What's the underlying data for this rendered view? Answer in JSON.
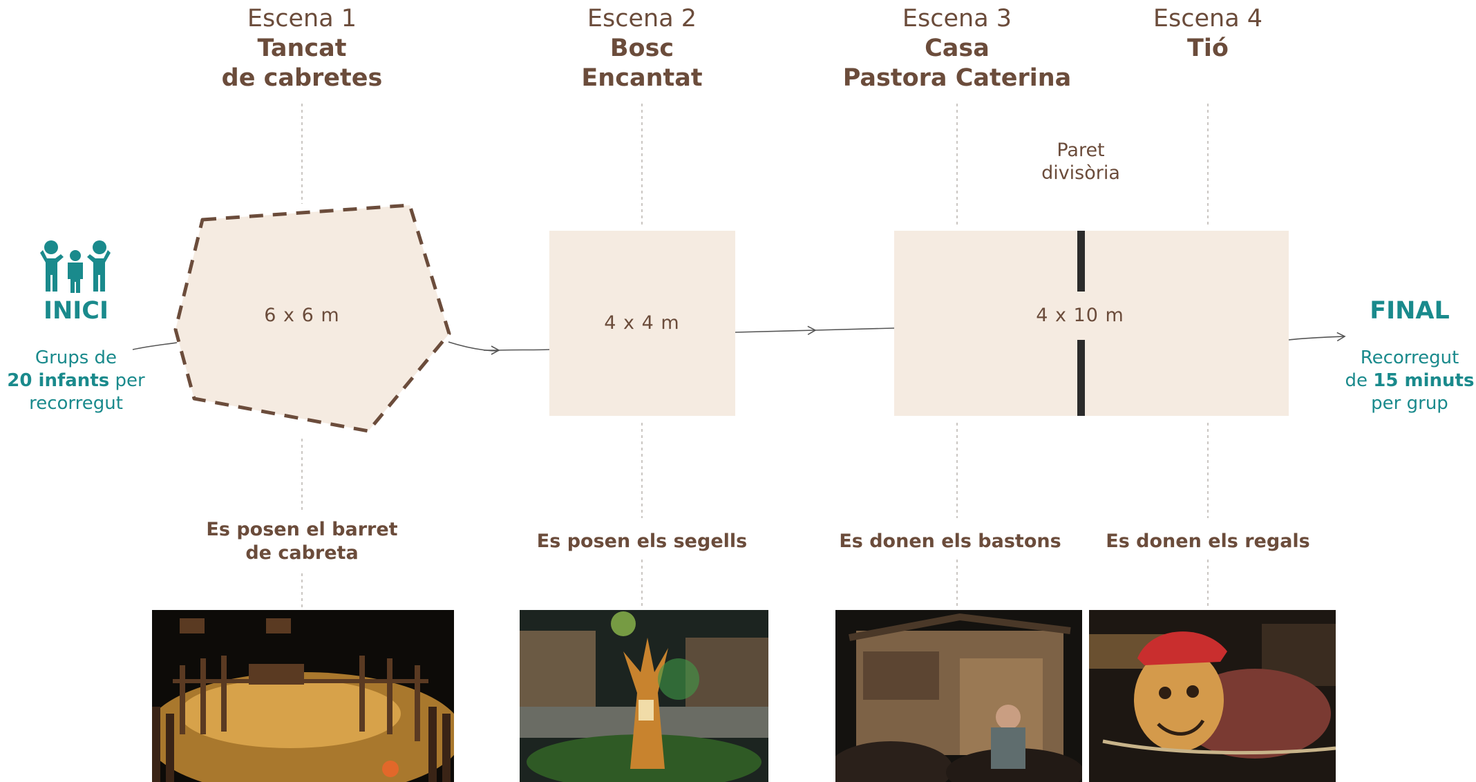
{
  "start": {
    "title": "INICI",
    "note_line1": "Grups de",
    "note_bold": "20 infants",
    "note_after_bold": " per",
    "note_line3": "recorregut",
    "icon": "children-group-icon"
  },
  "end": {
    "title": "FINAL",
    "note_line1": "Recorregut",
    "note_before_bold": "de ",
    "note_bold": "15 minuts",
    "note_line3": "per grup"
  },
  "scenes": [
    {
      "number": "Escena 1",
      "name_line1": "Tancat",
      "name_line2": "de cabretes",
      "dimensions": "6 x 6 m",
      "action_line1": "Es posen el barret",
      "action_line2": "de cabreta"
    },
    {
      "number": "Escena 2",
      "name_line1": "Bosc",
      "name_line2": "Encantat",
      "dimensions": "4 x 4 m",
      "action_line1": "Es posen els segells",
      "action_line2": ""
    },
    {
      "number": "Escena 3",
      "name_line1": "Casa",
      "name_line2": "Pastora Caterina",
      "dimensions": "4 x 10 m",
      "action_line1": "Es donen els bastons",
      "action_line2": ""
    },
    {
      "number": "Escena 4",
      "name_line1": "Tió",
      "name_line2": "",
      "dimensions": "",
      "action_line1": "Es donen els regals",
      "action_line2": ""
    }
  ],
  "wall": {
    "line1": "Paret",
    "line2": "divisòria"
  },
  "photos": [
    "goat-pen-photo",
    "enchanted-forest-photo",
    "shepherd-house-photo",
    "tio-log-photo"
  ],
  "colors": {
    "brown": "#6b4c3b",
    "teal": "#1a8a8c",
    "area_fill": "#f5ebe1",
    "wall": "#2b2b2b"
  }
}
